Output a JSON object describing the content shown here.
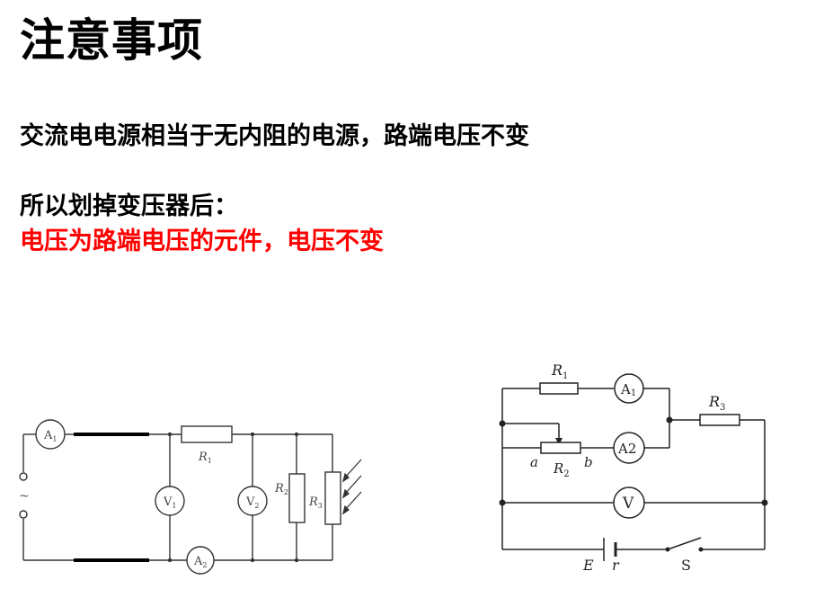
{
  "slide": {
    "title": "注意事项",
    "line1": "交流电电源相当于无内阻的电源，路端电压不变",
    "line2": "所以划掉变压器后：",
    "line3": "电压为路端电压的元件，电压不变"
  },
  "circuit_left": {
    "ammeter1_base": "A",
    "ammeter1_sub": "1",
    "ammeter2_base": "A",
    "ammeter2_sub": "2",
    "voltmeter1_base": "V",
    "voltmeter1_sub": "1",
    "voltmeter2_base": "V",
    "voltmeter2_sub": "2",
    "resistor1_base": "R",
    "resistor1_sub": "1",
    "resistor2_base": "R",
    "resistor2_sub": "2",
    "resistor3_base": "R",
    "resistor3_sub": "3",
    "ac_symbol": "~"
  },
  "circuit_right": {
    "r1_base": "R",
    "r1_sub": "1",
    "r2_base": "R",
    "r2_sub": "2",
    "r3_base": "R",
    "r3_sub": "3",
    "a1_base": "A",
    "a1_sub": "1",
    "a2_label": "A2",
    "voltmeter_label": "V",
    "end_a": "a",
    "end_b": "b",
    "emf_label": "E",
    "internal_r_label": "r",
    "switch_label": "S"
  }
}
